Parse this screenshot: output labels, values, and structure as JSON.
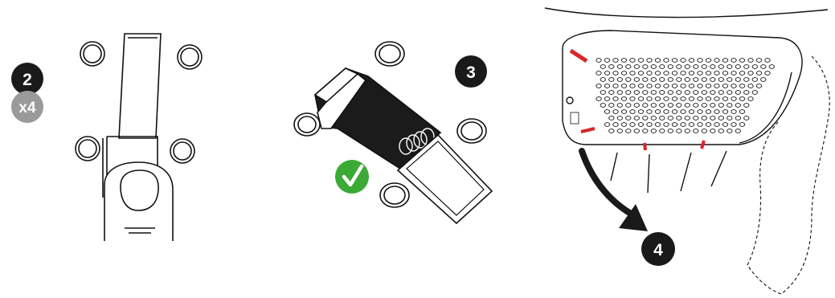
{
  "steps": {
    "step2": {
      "number": "2",
      "multiplier": "x4"
    },
    "step3": {
      "number": "3"
    },
    "step4": {
      "number": "4"
    }
  },
  "icons": {
    "check": "checkmark-icon",
    "arrow": "curved-arrow-icon"
  },
  "colors": {
    "badge_dark": "#1a1a1a",
    "badge_grey": "#9a9a9a",
    "check_green": "#3aaa35",
    "latch_red": "#d9252a"
  }
}
